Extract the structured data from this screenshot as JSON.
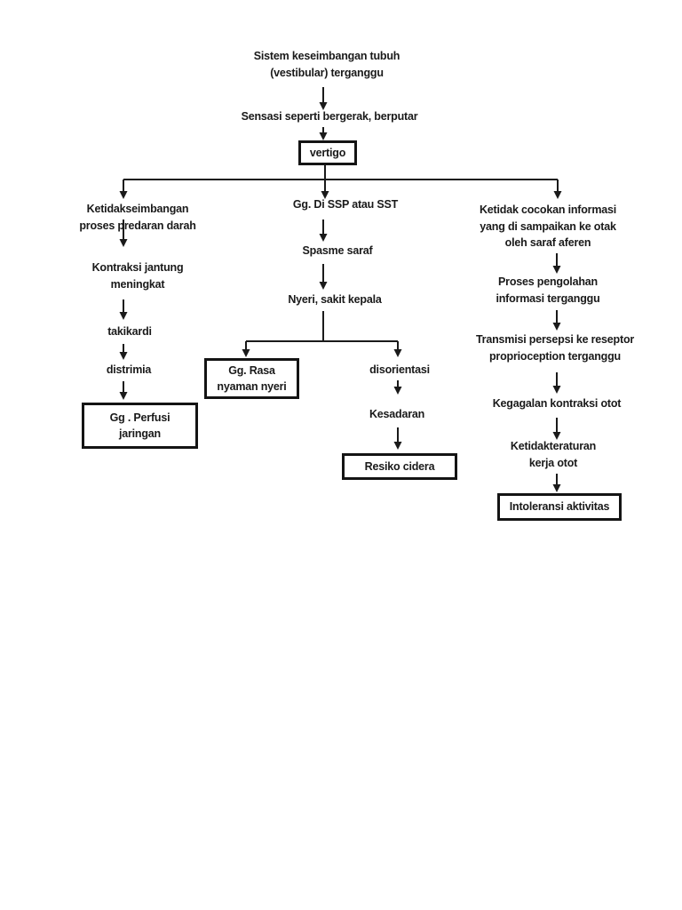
{
  "flowchart": {
    "root": "Sistem keseimbangan tubuh\n(vestibular) terganggu",
    "sensation": "Sensasi seperti bergerak, berputar",
    "vertigo": "vertigo",
    "left": {
      "imbalance": "Ketidakseimbangan\nproses predaran darah",
      "cardiac": "Kontraksi jantung\nmeningkat",
      "takikardi": "takikardi",
      "distrimia": "distrimia",
      "diagnosis": "Gg . Perfusi\njaringan"
    },
    "middle": {
      "ssp": "Gg. Di SSP atau SST",
      "spasme": "Spasme saraf",
      "nyeri": "Nyeri, sakit kepala",
      "diagnosis_nyaman": "Gg. Rasa\nnyaman nyeri",
      "disorientasi": "disorientasi",
      "kesadaran": "Kesadaran",
      "diagnosis_cidera": "Resiko cidera"
    },
    "right": {
      "info_mismatch": "Ketidak cocokan informasi\nyang di sampaikan ke otak\noleh saraf aferen",
      "processing": "Proses pengolahan\ninformasi terganggu",
      "transmission": "Transmisi persepsi ke reseptor\nproprioception terganggu",
      "failure": "Kegagalan kontraksi otot",
      "irregularity": "Ketidakteraturan\nkerja otot",
      "diagnosis": "Intoleransi aktivitas"
    },
    "colors": {
      "text": "#1a1a1a",
      "line": "#1a1a1a",
      "background": "#ffffff"
    }
  }
}
